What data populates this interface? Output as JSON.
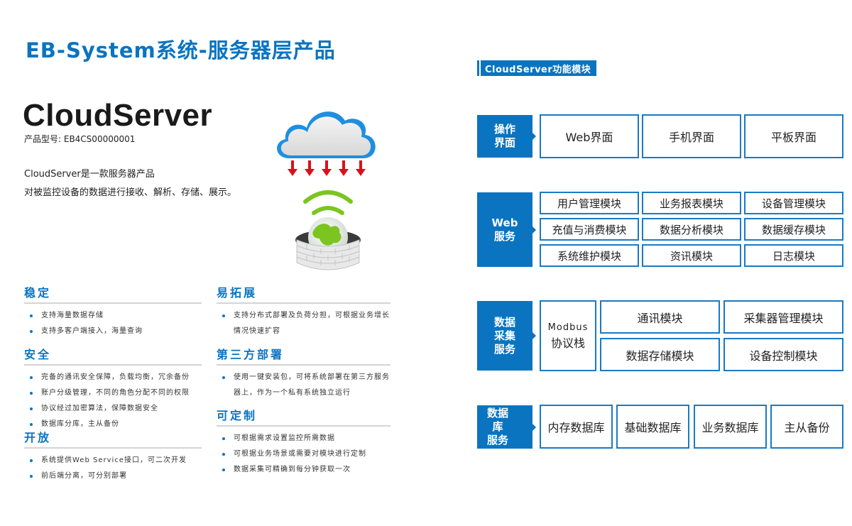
{
  "page": {
    "title": "EB-System系统-服务器层产品"
  },
  "product": {
    "name": "CloudServer",
    "model": "产品型号: EB4CS00000001",
    "description": [
      "CloudServer是一款服务器产品",
      "对被监控设备的数据进行接收、解析、存储、展示。"
    ]
  },
  "illustration": {
    "icons": [
      "cloud-icon",
      "download-arrows-icon",
      "wifi-signal-icon",
      "globe-firewall-icon"
    ]
  },
  "features": {
    "stable": {
      "title": "稳定",
      "items": [
        "支持海量数据存储",
        "支持多客户端接入，海量查询"
      ]
    },
    "security": {
      "title": "安全",
      "items": [
        "完备的通讯安全保障，负载均衡，冗余备份",
        "账户分级管理，不同的角色分配不同的权限",
        "协议经过加密算法，保障数据安全",
        "数据库分库，主从备份"
      ]
    },
    "open": {
      "title": "开放",
      "items": [
        "系统提供Web Service接口，可二次开发",
        "前后端分离，可分别部署"
      ]
    },
    "scalable": {
      "title": "易拓展",
      "items": [
        "支持分布式部署及负荷分担，可根据业务增长情况快速扩容"
      ]
    },
    "third_party": {
      "title": "第三方部署",
      "items": [
        "使用一键安装包，可将系统部署在第三方服务器上，作为一个私有系统独立运行"
      ]
    },
    "customizable": {
      "title": "可定制",
      "items": [
        "可根据需求设置监控所需数据",
        "可根据业务场景或需要对模块进行定制",
        "数据采集可精确到每分钟获取一次"
      ]
    }
  },
  "modules": {
    "section_title": "CloudServer功能模块",
    "ui": {
      "label_lines": [
        "操作",
        "界面"
      ],
      "items": [
        "Web界面",
        "手机界面",
        "平板界面"
      ]
    },
    "web": {
      "label_lines": [
        "Web",
        "服务"
      ],
      "items": [
        "用户管理模块",
        "业务报表模块",
        "设备管理模块",
        "充值与消费模块",
        "数据分析模块",
        "数据缓存模块",
        "系统维护模块",
        "资讯模块",
        "日志模块"
      ]
    },
    "collect": {
      "label_lines": [
        "数据",
        "采集",
        "服务"
      ],
      "protocol": [
        "Modbus",
        "协议栈"
      ],
      "items": [
        "通讯模块",
        "采集器管理模块",
        "数据存储模块",
        "设备控制模块"
      ]
    },
    "db": {
      "label_lines": [
        "数据库",
        "服务"
      ],
      "items": [
        "内存数据库",
        "基础数据库",
        "业务数据库",
        "主从备份"
      ]
    }
  },
  "colors": {
    "brand_blue": "#0a74c0",
    "divider_gray": "#d4d4d4",
    "arrow_red": "#d8121b",
    "globe_green": "#7cc520"
  }
}
